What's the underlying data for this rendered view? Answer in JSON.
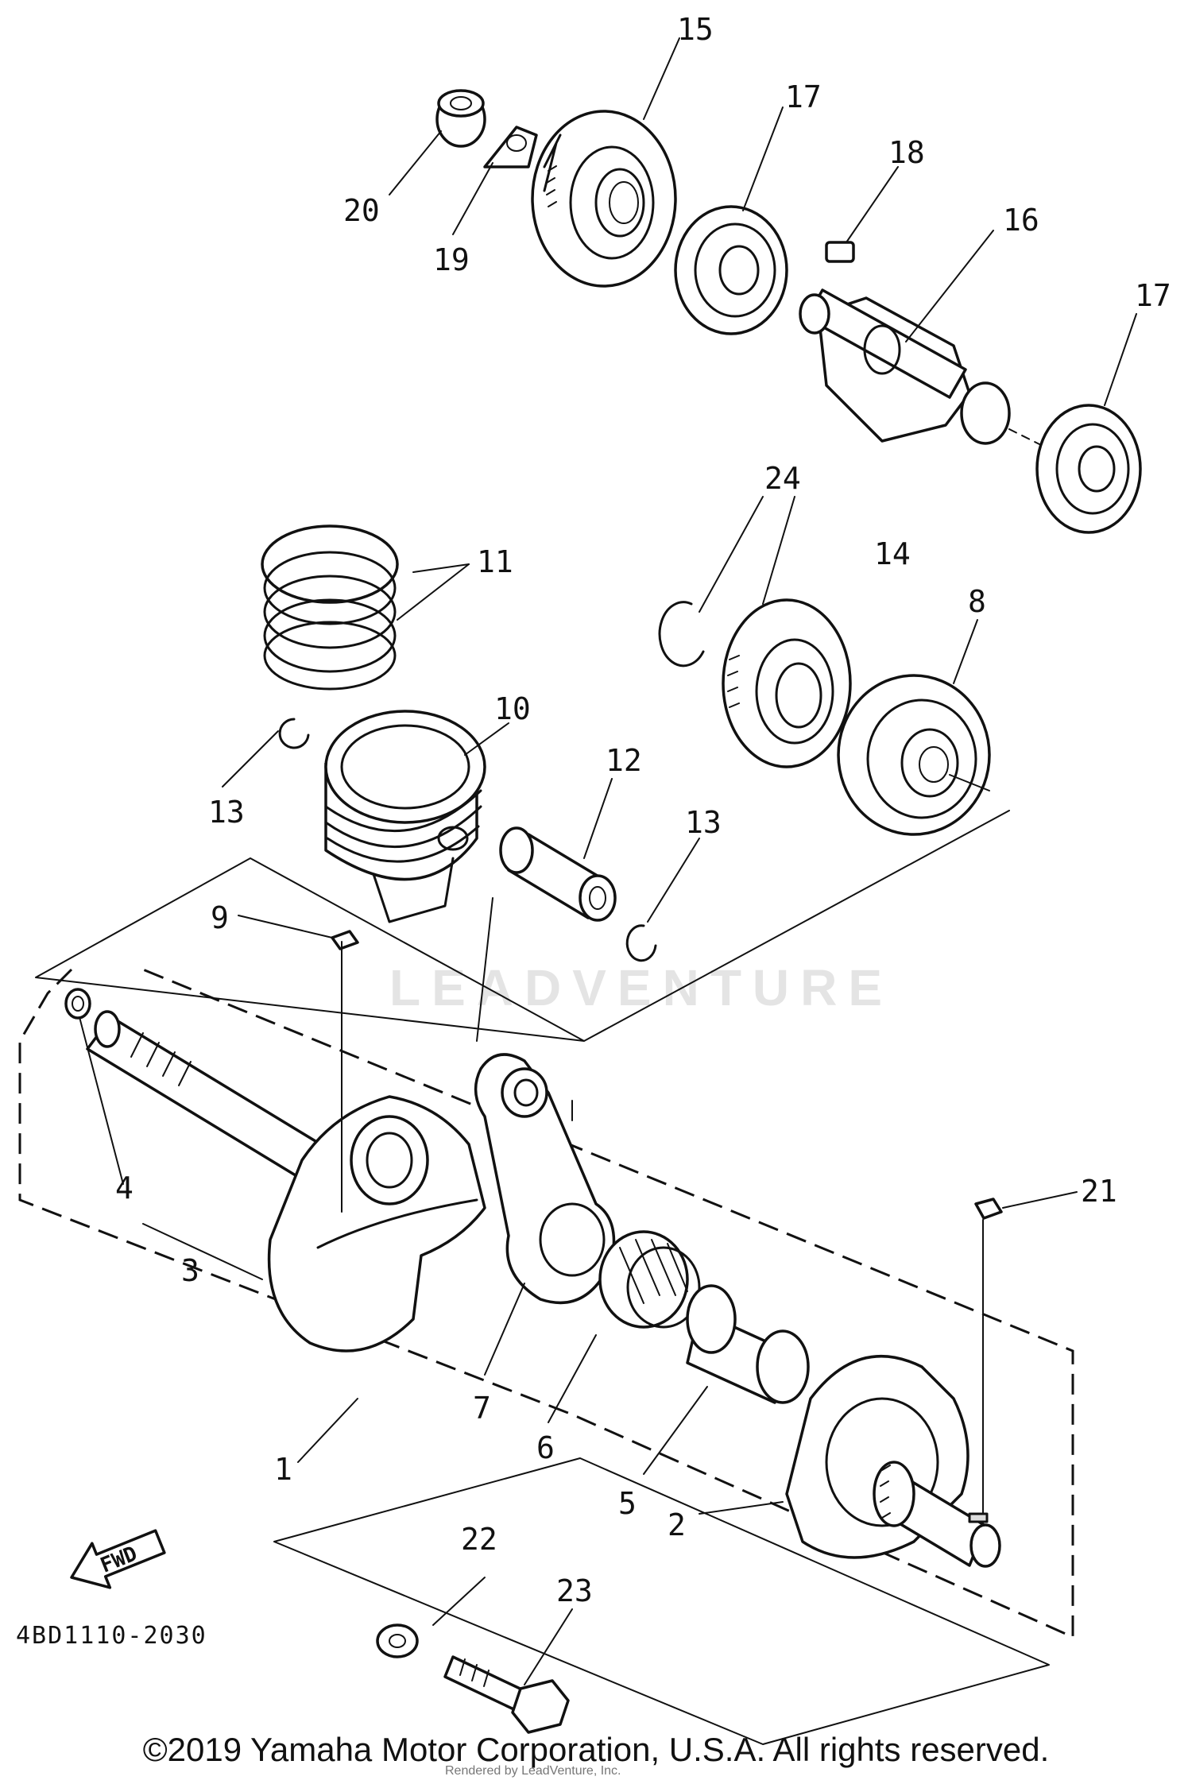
{
  "diagram_code": "4BD1110-2030",
  "fwd_label": "FWD",
  "watermark": "LEADVENTURE",
  "copyright": "©2019 Yamaha Motor Corporation, U.S.A. All rights reserved.",
  "rendered_by": "Rendered by LeadVenture, Inc.",
  "callouts": {
    "c1": "1",
    "c2": "2",
    "c3": "3",
    "c4": "4",
    "c5": "5",
    "c6": "6",
    "c7": "7",
    "c8": "8",
    "c9": "9",
    "c10": "10",
    "c11": "11",
    "c12": "12",
    "c13a": "13",
    "c13b": "13",
    "c14": "14",
    "c15": "15",
    "c16": "16",
    "c17a": "17",
    "c17b": "17",
    "c18": "18",
    "c19": "19",
    "c20": "20",
    "c21": "21",
    "c22": "22",
    "c23": "23",
    "c24": "24"
  }
}
